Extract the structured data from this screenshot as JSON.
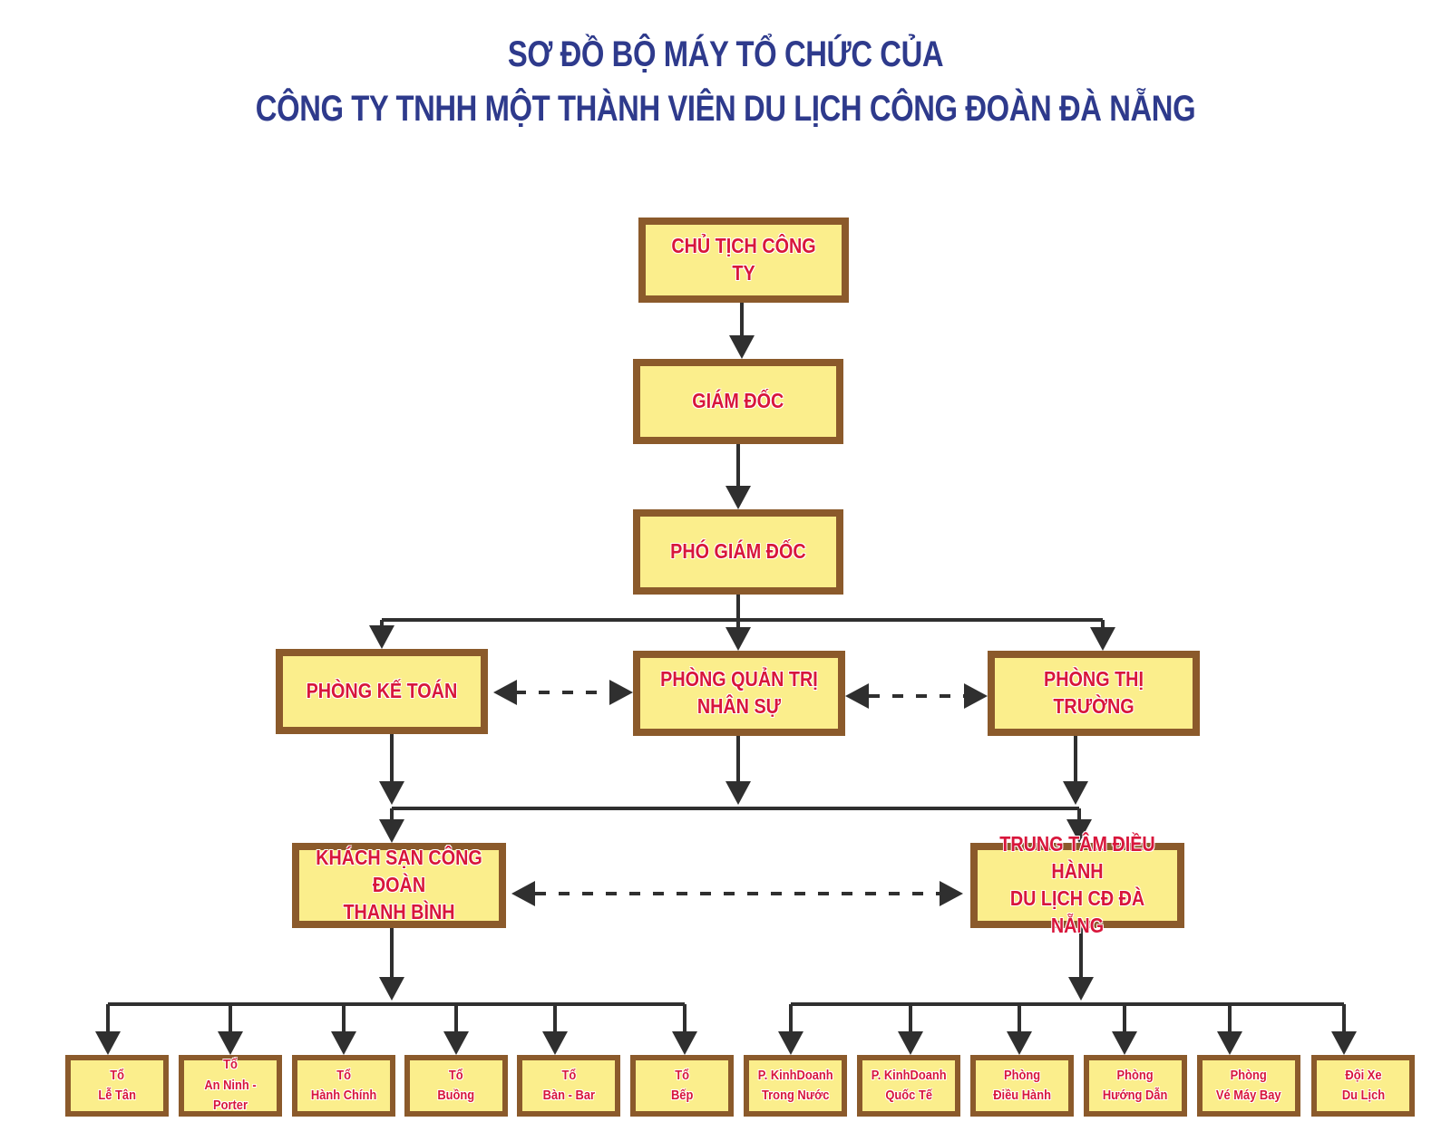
{
  "colors": {
    "title": "#2e3a8c",
    "box_fill": "#fbee8c",
    "box_border": "#8b5a2b",
    "box_text": "#d8163b",
    "connector": "#2f2f2f"
  },
  "title": {
    "line1": "SƠ ĐỒ BỘ MÁY TỔ CHỨC CỦA",
    "line2": "CÔNG TY TNHH MỘT THÀNH VIÊN DU LỊCH CÔNG ĐOÀN ĐÀ NẴNG"
  },
  "nodes": {
    "chairman": {
      "lines": [
        "CHỦ TỊCH CÔNG TY"
      ]
    },
    "director": {
      "lines": [
        "GIÁM ĐỐC"
      ]
    },
    "deputy_director": {
      "lines": [
        "PHÓ GIÁM ĐỐC"
      ]
    },
    "accounting": {
      "lines": [
        "PHÒNG KẾ TOÁN"
      ]
    },
    "hr": {
      "lines": [
        "PHÒNG QUẢN TRỊ",
        "NHÂN SỰ"
      ]
    },
    "marketing": {
      "lines": [
        "PHÒNG THỊ TRƯỜNG"
      ]
    },
    "hotel": {
      "lines": [
        "KHÁCH SẠN CÔNG ĐOÀN",
        "THANH BÌNH"
      ]
    },
    "tour_center": {
      "lines": [
        "TRUNG TÂM ĐIỀU HÀNH",
        "DU LỊCH CĐ ĐÀ NẴNG"
      ]
    },
    "reception": {
      "lines": [
        "Tổ",
        "Lễ Tân"
      ]
    },
    "security": {
      "lines": [
        "Tổ",
        "An Ninh - Porter"
      ]
    },
    "admin": {
      "lines": [
        "Tổ",
        "Hành Chính"
      ]
    },
    "housekeeping": {
      "lines": [
        "Tổ",
        "Buồng"
      ]
    },
    "table_bar": {
      "lines": [
        "Tổ",
        "Bàn - Bar"
      ]
    },
    "kitchen": {
      "lines": [
        "Tổ",
        "Bếp"
      ]
    },
    "domestic_sales": {
      "lines": [
        "P. KinhDoanh",
        "Trong Nước"
      ]
    },
    "intl_sales": {
      "lines": [
        "P. KinhDoanh",
        "Quốc Tế"
      ]
    },
    "operations": {
      "lines": [
        "Phòng",
        "Điều Hành"
      ]
    },
    "guides": {
      "lines": [
        "Phòng",
        "Hướng Dẫn"
      ]
    },
    "air_tickets": {
      "lines": [
        "Phòng",
        "Vé Máy Bay"
      ]
    },
    "vehicles": {
      "lines": [
        "Đội Xe",
        "Du Lịch"
      ]
    }
  }
}
